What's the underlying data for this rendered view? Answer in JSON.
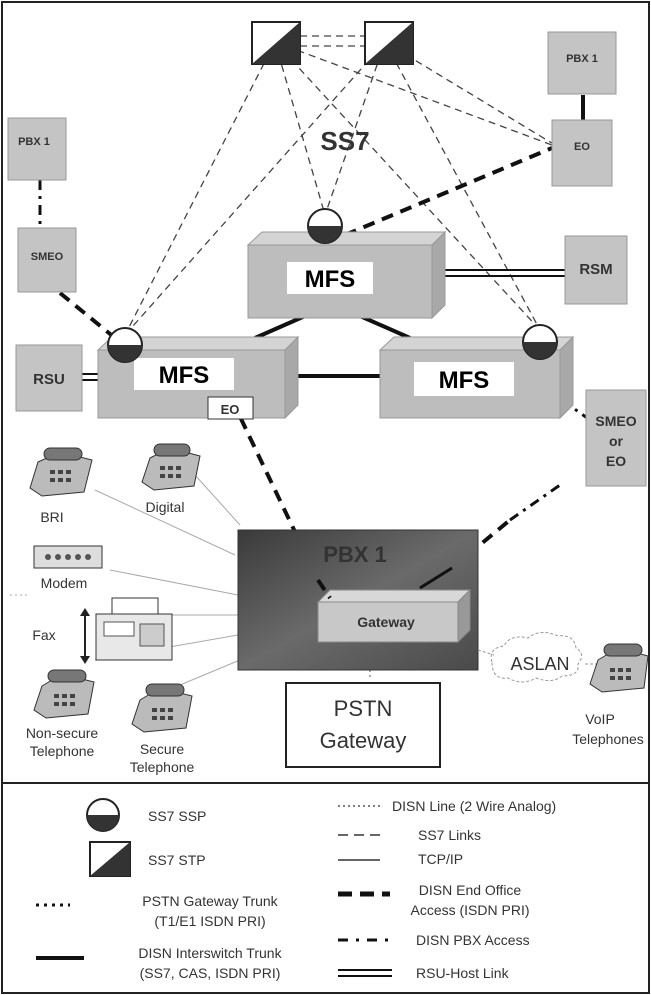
{
  "diagram": {
    "ss7_label": "SS7",
    "pbx1_top_right": "PBX 1",
    "eo_top_right": "EO",
    "pbx1_left": "PBX 1",
    "smeo_left": "SMEO",
    "rsu": "RSU",
    "rsm": "RSM",
    "mfs_top": "MFS",
    "mfs_left": "MFS",
    "mfs_right": "MFS",
    "eo_tag": "EO",
    "smeo_or_eo": [
      "SMEO",
      "or",
      "EO"
    ],
    "pbx_main": "PBX 1",
    "gateway": "Gateway",
    "pstn_gateway": [
      "PSTN",
      "Gateway"
    ],
    "aslan": "ASLAN",
    "devices": {
      "bri": "BRI",
      "digital": "Digital",
      "modem": "Modem",
      "fax": "Fax",
      "nonsecure": [
        "Non-secure",
        "Telephone"
      ],
      "secure": [
        "Secure",
        "Telephone"
      ],
      "voip": [
        "VoIP",
        "Telephones"
      ]
    }
  },
  "legend": {
    "ss7_ssp": "SS7 SSP",
    "ss7_stp": "SS7 STP",
    "pstn_trunk": [
      "PSTN Gateway Trunk",
      "(T1/E1 ISDN PRI)"
    ],
    "disn_interswitch": [
      "DISN Interswitch Trunk",
      "(SS7, CAS, ISDN PRI)"
    ],
    "disn_line": "DISN Line (2 Wire Analog)",
    "ss7_links": "SS7 Links",
    "tcpip": "TCP/IP",
    "disn_eo_access": [
      "DISN End Office",
      "Access (ISDN PRI)"
    ],
    "disn_pbx_access": "DISN PBX Access",
    "rsu_host": "RSU-Host Link"
  }
}
